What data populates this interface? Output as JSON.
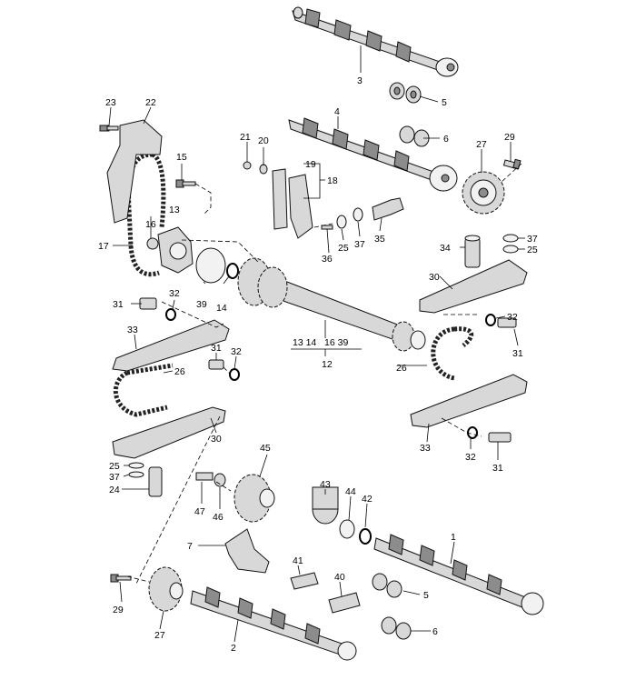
{
  "callouts": {
    "c1": "1",
    "c2": "2",
    "c3": "3",
    "c4": "4",
    "c5a": "5",
    "c5b": "5",
    "c6a": "6",
    "c6b": "6",
    "c7": "7",
    "c12": "12",
    "c12_label_group": "13 14   16 39",
    "c13": "13",
    "c14": "14",
    "c15": "15",
    "c16": "16",
    "c17": "17",
    "c18": "18",
    "c19": "19",
    "c20": "20",
    "c21": "21",
    "c22": "22",
    "c23": "23",
    "c24": "24",
    "c25a": "25",
    "c25b": "25",
    "c25c": "25",
    "c26a": "26",
    "c26b": "26",
    "c27a": "27",
    "c27b": "27",
    "c29a": "29",
    "c29b": "29",
    "c30a": "30",
    "c30b": "30",
    "c31a": "31",
    "c31b": "31",
    "c31c": "31",
    "c32a": "32",
    "c32b": "32",
    "c32c": "32",
    "c33a": "33",
    "c33b": "33",
    "c34": "34",
    "c35": "35",
    "c36": "36",
    "c37a": "37",
    "c37b": "37",
    "c37c": "37",
    "c39": "39",
    "c40": "40",
    "c41": "41",
    "c42": "42",
    "c43": "43",
    "c44": "44",
    "c45": "45",
    "c46": "46",
    "c47": "47"
  }
}
